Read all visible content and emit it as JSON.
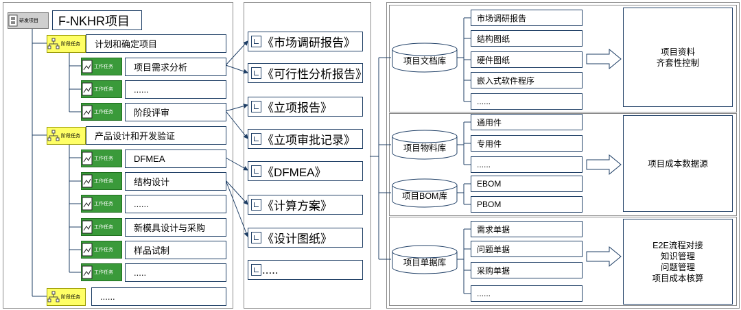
{
  "project": {
    "icon_label": "研发项目",
    "title": "F-NKHR项目"
  },
  "phase_icon_label": "阶段任务",
  "task_icon_label": "工作任务",
  "phases": [
    {
      "label": "计划和确定项目",
      "tasks": [
        "项目需求分析",
        "......",
        "阶段评审"
      ]
    },
    {
      "label": "产品设计和开发验证",
      "tasks": [
        "DFMEA",
        "结构设计",
        "......",
        "新模具设计与采购",
        "样品试制",
        "....."
      ]
    },
    {
      "label": "......",
      "tasks": []
    }
  ],
  "documents": [
    "《市场调研报告》",
    "《可行性分析报告》",
    "《立项报告》",
    "《立项审批记录》",
    "《DFMEA》",
    "《计算方案》",
    "《设计图纸》",
    "....."
  ],
  "repositories": [
    {
      "name": "项目文档库",
      "items": [
        "市场调研报告",
        "结构图纸",
        "硬件图纸",
        "嵌入式软件程序",
        "......"
      ],
      "output": [
        "项目资料",
        "齐套性控制"
      ]
    },
    {
      "name": "项目物料库",
      "items": [
        "通用件",
        "专用件",
        "......"
      ],
      "output": [
        "项目成本数据源"
      ]
    },
    {
      "name": "项目BOM库",
      "items": [
        "EBOM",
        "PBOM"
      ]
    },
    {
      "name": "项目单据库",
      "items": [
        "需求单据",
        "问题单据",
        "采购单据",
        "......"
      ],
      "output": [
        "E2E流程对接",
        "知识管理",
        "问题管理",
        "项目成本核算"
      ]
    }
  ]
}
